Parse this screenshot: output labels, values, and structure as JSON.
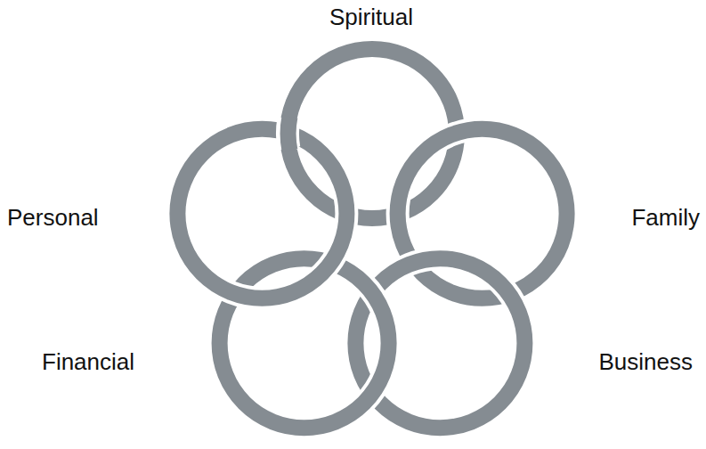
{
  "diagram": {
    "nodes": [
      {
        "text": [
          "Spiritual"
        ]
      },
      {
        "text": [
          "Personal"
        ]
      },
      {
        "text": [
          "Family"
        ]
      },
      {
        "text": [
          "Financial"
        ]
      },
      {
        "text": [
          "Business"
        ]
      }
    ]
  }
}
